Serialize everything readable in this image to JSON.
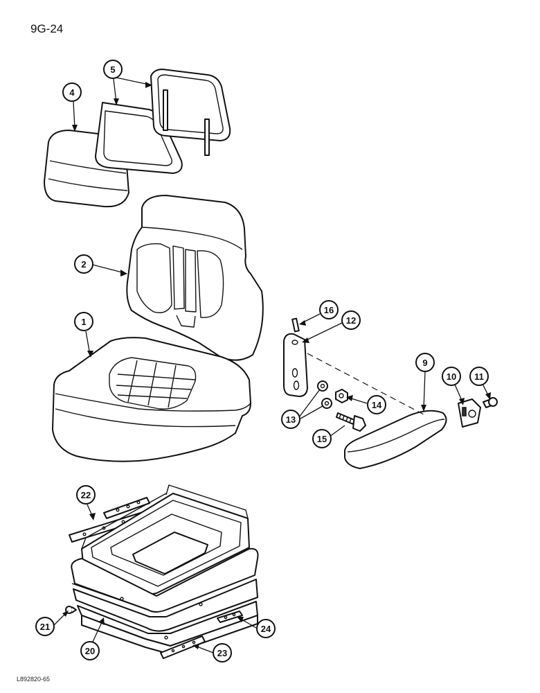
{
  "page_code": "9G-24",
  "drawing_code": "L892820-65",
  "callouts": {
    "c1": "1",
    "c2": "2",
    "c4": "4",
    "c5": "5",
    "c9": "9",
    "c10": "10",
    "c11": "11",
    "c12": "12",
    "c13": "13",
    "c14": "14",
    "c15": "15",
    "c16": "16",
    "c20": "20",
    "c21": "21",
    "c22": "22",
    "c23": "23",
    "c24": "24"
  }
}
